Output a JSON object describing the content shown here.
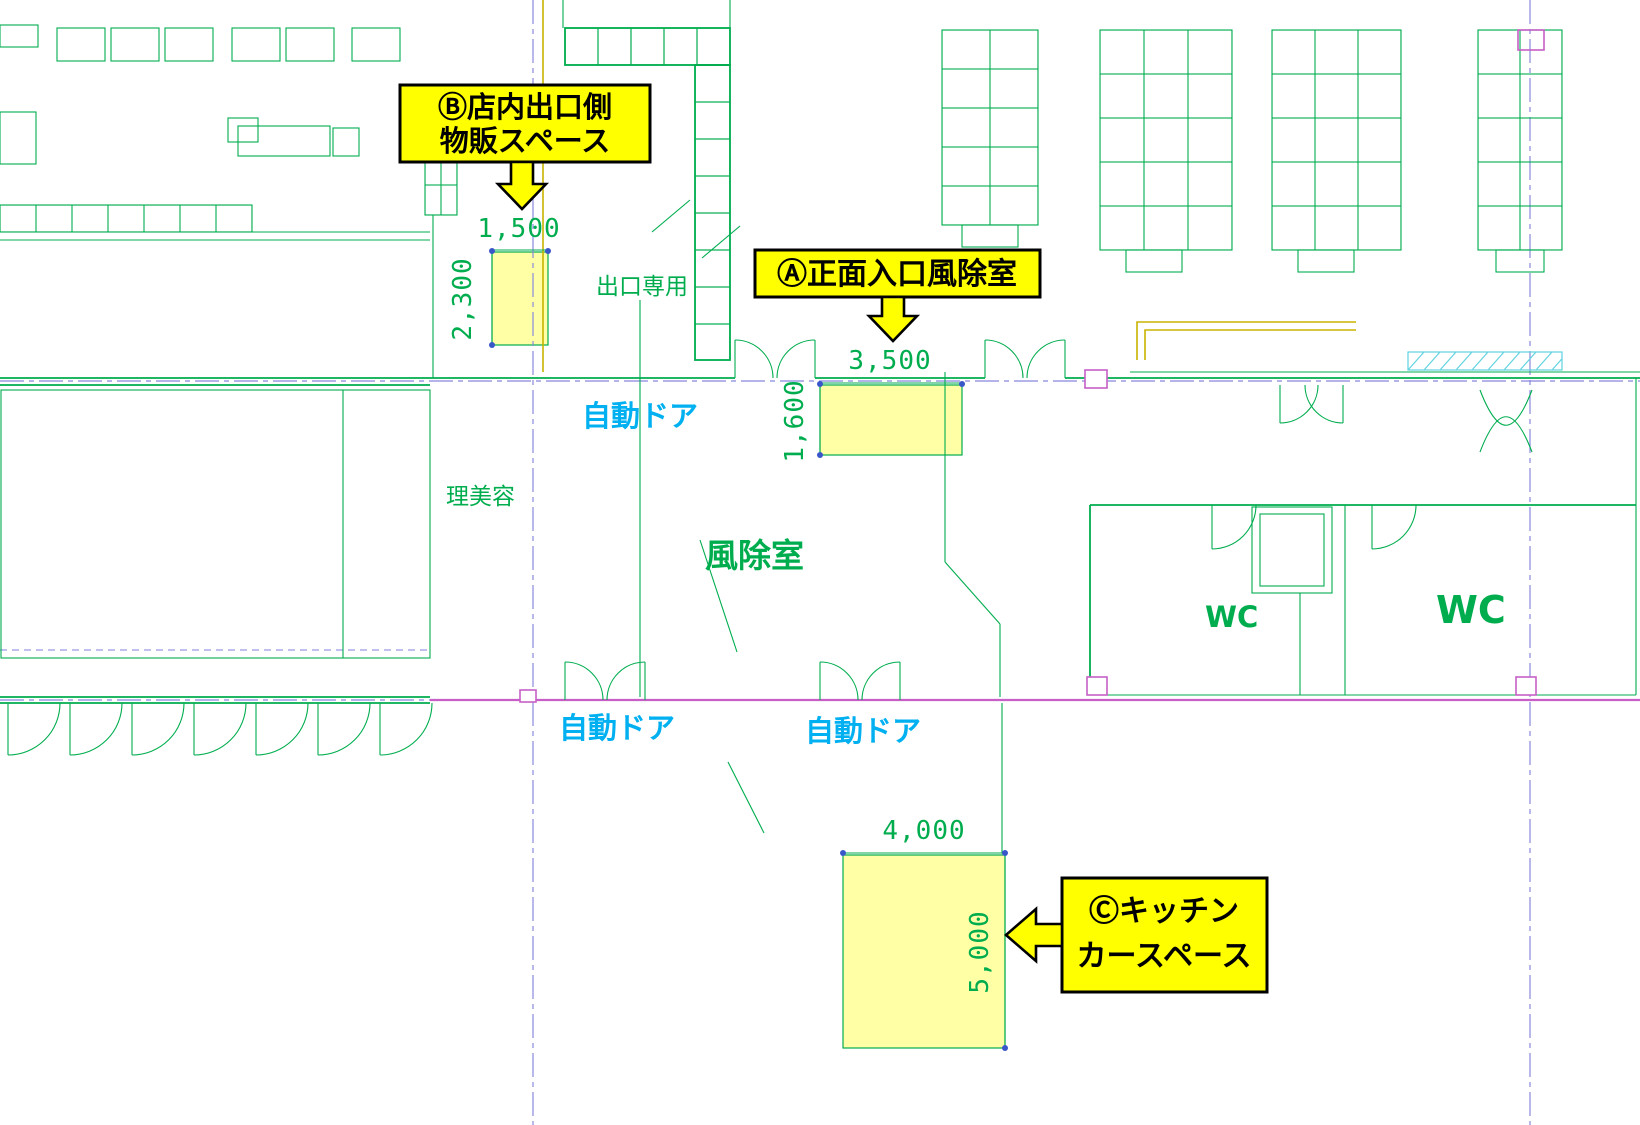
{
  "drawing": {
    "callouts": {
      "a": {
        "text": "Ⓐ正面入口風除室"
      },
      "b": {
        "line1": "Ⓑ店内出口側",
        "line2": "物販スペース"
      },
      "c": {
        "line1": "Ⓒキッチン",
        "line2": "カースペース"
      }
    },
    "labels": {
      "exit_only": "出口専用",
      "auto_door_top": "自動ドア",
      "auto_door_bottom_left": "自動ドア",
      "auto_door_bottom_right": "自動ドア",
      "barber_beauty": "理美容",
      "windbreak_room": "風除室",
      "wc_small": "WC",
      "wc_large": "WC"
    },
    "dimensions": {
      "b_width": "1,500",
      "b_depth": "2,300",
      "a_width": "3,500",
      "a_depth": "1,600",
      "c_width": "4,000",
      "c_depth": "5,000"
    },
    "colors": {
      "cad_green": "#00ad4e",
      "auto_door_cyan": "#00b0f0",
      "centerline_blue": "#8888dd",
      "wall_magenta": "#c75fc7",
      "highlight_fill": "#ffffa6",
      "callout_yellow": "#ffff00",
      "accent_olive": "#c8b400",
      "hatch_cyan": "#5fd3df",
      "grip_blue": "#3a57c9"
    }
  }
}
